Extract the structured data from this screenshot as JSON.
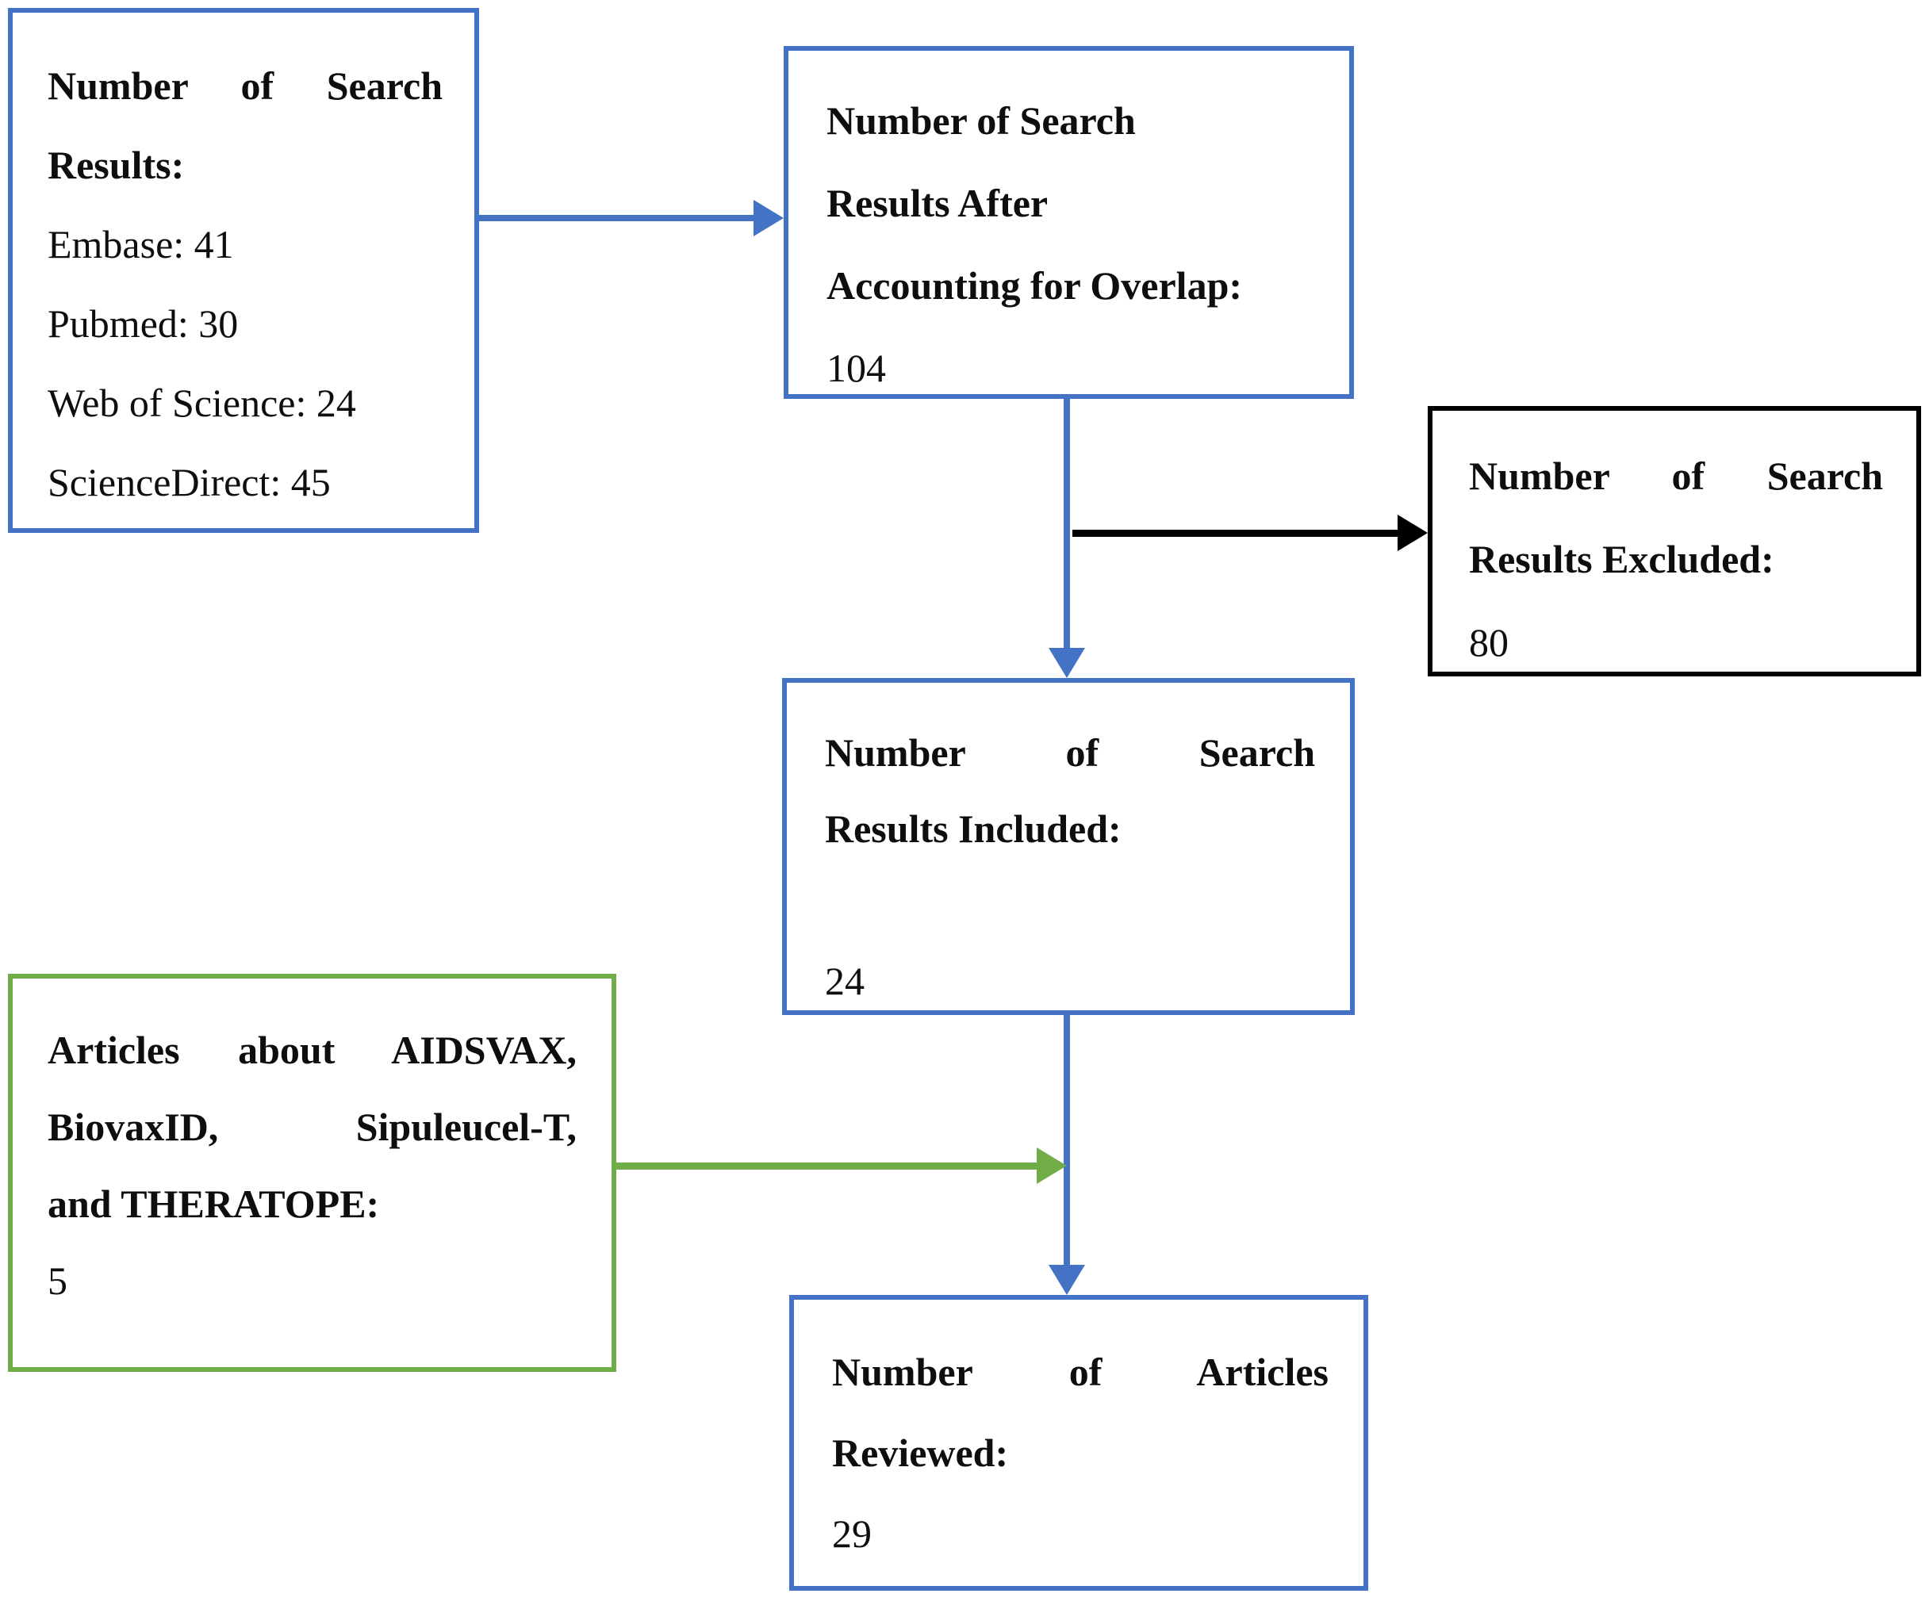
{
  "diagram_type": "literature-search-flowchart",
  "colors": {
    "blue": "#4472C4",
    "green": "#70AD47",
    "black": "#000000",
    "text": "#0e0e0e",
    "background": "#ffffff"
  },
  "boxes": {
    "search_results": {
      "title_lines": [
        "Number of Search",
        "Results:"
      ],
      "items": [
        "Embase: 41",
        "Pubmed: 30",
        "Web of Science: 24",
        "ScienceDirect: 45"
      ]
    },
    "after_overlap": {
      "title_lines": [
        "Number of Search",
        "Results After",
        "Accounting for Overlap:"
      ],
      "value": "104"
    },
    "excluded": {
      "title_lines": [
        "Number of Search",
        "Results Excluded:"
      ],
      "value": "80"
    },
    "included": {
      "title_lines": [
        "Number of Search",
        "Results Included:"
      ],
      "value": "24"
    },
    "articles_about": {
      "title_lines": [
        "Articles about AIDSVAX,",
        "BiovaxID, Sipuleucel-T,",
        "and THERATOPE:"
      ],
      "value": "5"
    },
    "reviewed": {
      "title_lines": [
        "Number of Articles",
        "Reviewed:"
      ],
      "value": "29"
    }
  },
  "flow": {
    "edges": [
      "search_results -> after_overlap (blue)",
      "after_overlap -> included (blue)",
      "after_overlap -> excluded (black)",
      "included -> reviewed (blue)",
      "articles_about -> reviewed (green)"
    ]
  }
}
